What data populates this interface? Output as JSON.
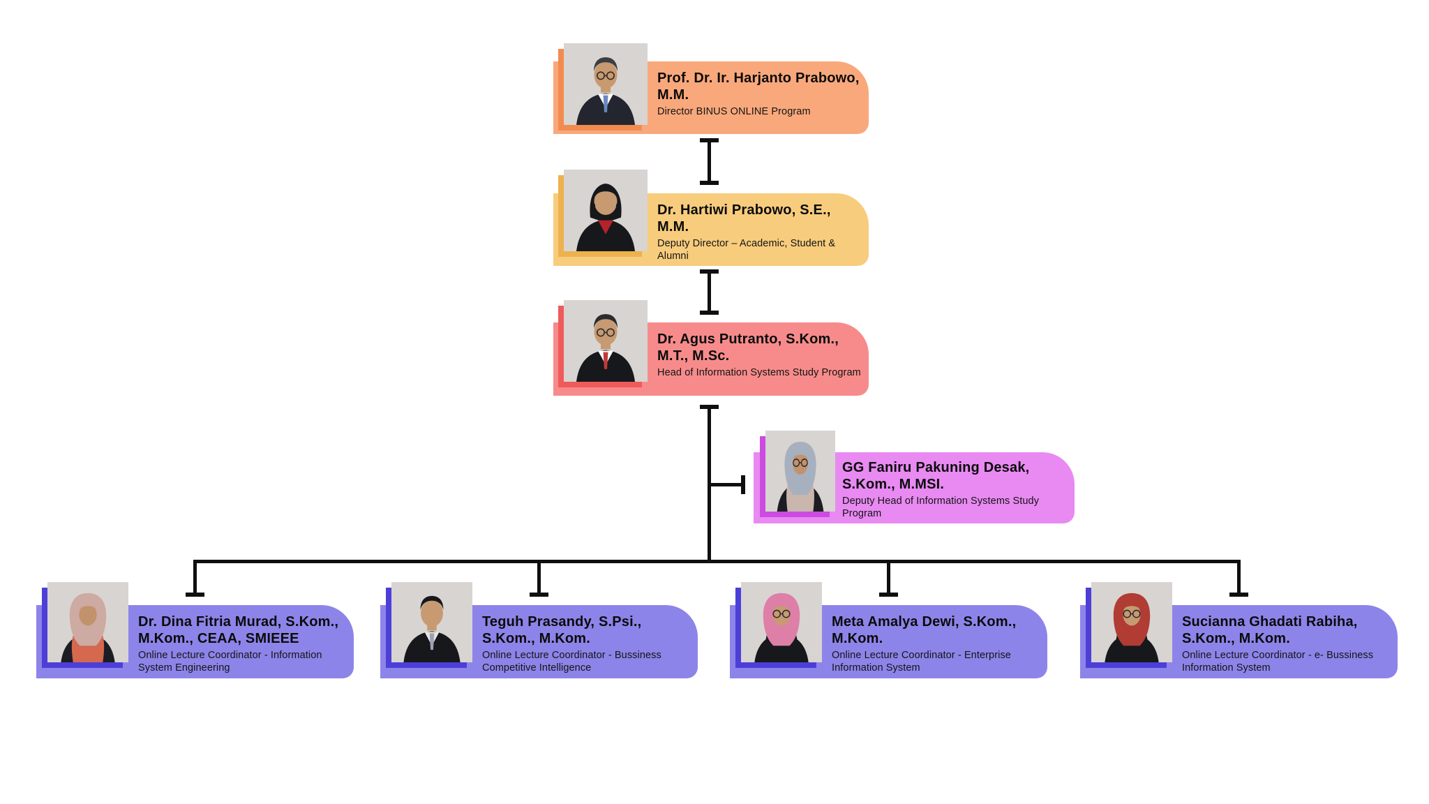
{
  "page": {
    "background": "#ffffff",
    "line_color": "#0f0f0f",
    "photo_background": "#d8d4d1"
  },
  "org": {
    "director": {
      "name": "Prof. Dr. Ir. Harjanto Prabowo, M.M.",
      "title": "Director BINUS ONLINE Program",
      "color": "#F9A87B",
      "accent": "#F28B50",
      "avatar": {
        "type": "man",
        "hair": "#3a3f45",
        "glasses": true,
        "top": "#23262e",
        "shirt": "#ffffff",
        "tie": "#6b87c0",
        "skin": "#c9996f",
        "bg": "#d8d4d1"
      }
    },
    "deputy_director": {
      "name": "Dr. Hartiwi Prabowo, S.E., M.M.",
      "title": "Deputy Director – Academic, Student & Alumni",
      "color": "#F8CC7D",
      "accent": "#EDB24E",
      "avatar": {
        "type": "bob",
        "hair": "#17181c",
        "glasses": false,
        "top": "#17181c",
        "shirt": "#b5232a",
        "skin": "#c79a72",
        "bg": "#d8d4d1"
      }
    },
    "head": {
      "name": "Dr. Agus Putranto, S.Kom., M.T., M.Sc.",
      "title": "Head of Information Systems Study Program",
      "color": "#F78B8B",
      "accent": "#EF5A5A",
      "avatar": {
        "type": "man",
        "hair": "#2a2c30",
        "glasses": true,
        "top": "#17181c",
        "shirt": "#ffffff",
        "tie": "#c23b37",
        "skin": "#c79a72",
        "bg": "#d8d4d1"
      }
    },
    "deputy_head": {
      "name": "GG Faniru Pakuning Desak, S.Kom., M.MSI.",
      "title": "Deputy Head of Information Systems Study Program",
      "color": "#E88AF2",
      "accent": "#CC4BE0",
      "avatar": {
        "type": "hijab",
        "hijab": "#a7b0bf",
        "glasses": true,
        "top": "#1c1d22",
        "inner": "#c9b6ad",
        "skin": "#c2926c",
        "bg": "#d8d4d1"
      }
    },
    "coordinators": [
      {
        "name": "Dr. Dina Fitria Murad, S.Kom., M.Kom., CEAA, SMIEEE",
        "title": "Online Lecture Coordinator - Information System Engineering",
        "color": "#8D84E9",
        "accent": "#4C3FD8",
        "avatar": {
          "type": "hijab",
          "hijab": "#cdaaa2",
          "glasses": false,
          "top": "#1c1d22",
          "inner": "#d4694f",
          "skin": "#c2926c",
          "bg": "#d8d4d1"
        }
      },
      {
        "name": "Teguh Prasandy, S.Psi., S.Kom., M.Kom.",
        "title": "Online Lecture Coordinator - Bussiness Competitive Intelligence",
        "color": "#8D84E9",
        "accent": "#4C3FD8",
        "avatar": {
          "type": "man",
          "hair": "#17181c",
          "glasses": false,
          "top": "#17181c",
          "shirt": "#e8e6e2",
          "tie": "#9aa3b5",
          "skin": "#c79a72",
          "bg": "#d8d4d1"
        }
      },
      {
        "name": "Meta Amalya Dewi, S.Kom., M.Kom.",
        "title": "Online Lecture Coordinator - Enterprise Information System",
        "color": "#8D84E9",
        "accent": "#4C3FD8",
        "avatar": {
          "type": "hijab",
          "hijab": "#dd7fa7",
          "glasses": true,
          "top": "#17181c",
          "inner": "#17181c",
          "skin": "#c79a72",
          "bg": "#d8d4d1"
        }
      },
      {
        "name": "Sucianna Ghadati Rabiha, S.Kom., M.Kom.",
        "title": "Online Lecture Coordinator - e- Bussiness Information System",
        "color": "#8D84E9",
        "accent": "#4C3FD8",
        "avatar": {
          "type": "hijab",
          "hijab": "#b03c33",
          "glasses": true,
          "top": "#17181c",
          "inner": "#17181c",
          "skin": "#c79a72",
          "bg": "#d8d4d1"
        }
      }
    ]
  }
}
